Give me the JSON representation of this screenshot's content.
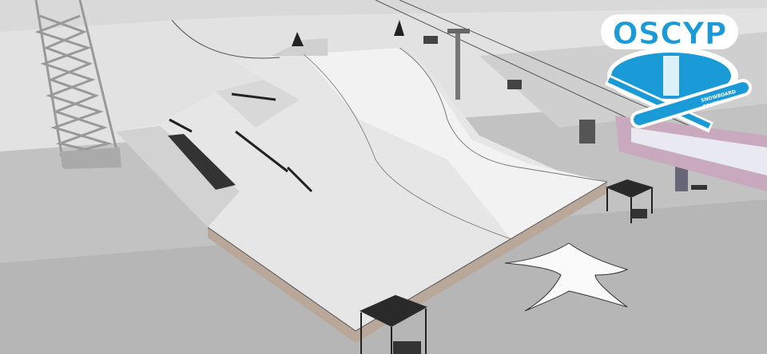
{
  "logo": {
    "title": "OSCYP",
    "subtitle_line1": "SNOWBOARD",
    "subtitle_line2": "CONTEST",
    "brand_color": "#1a9ad6"
  },
  "colors": {
    "sky": "#dadada",
    "ground": "#bdbdbd",
    "snow": "#e4e4e4",
    "wall": "#b9a89a",
    "gondola": "#c9a9bd"
  }
}
